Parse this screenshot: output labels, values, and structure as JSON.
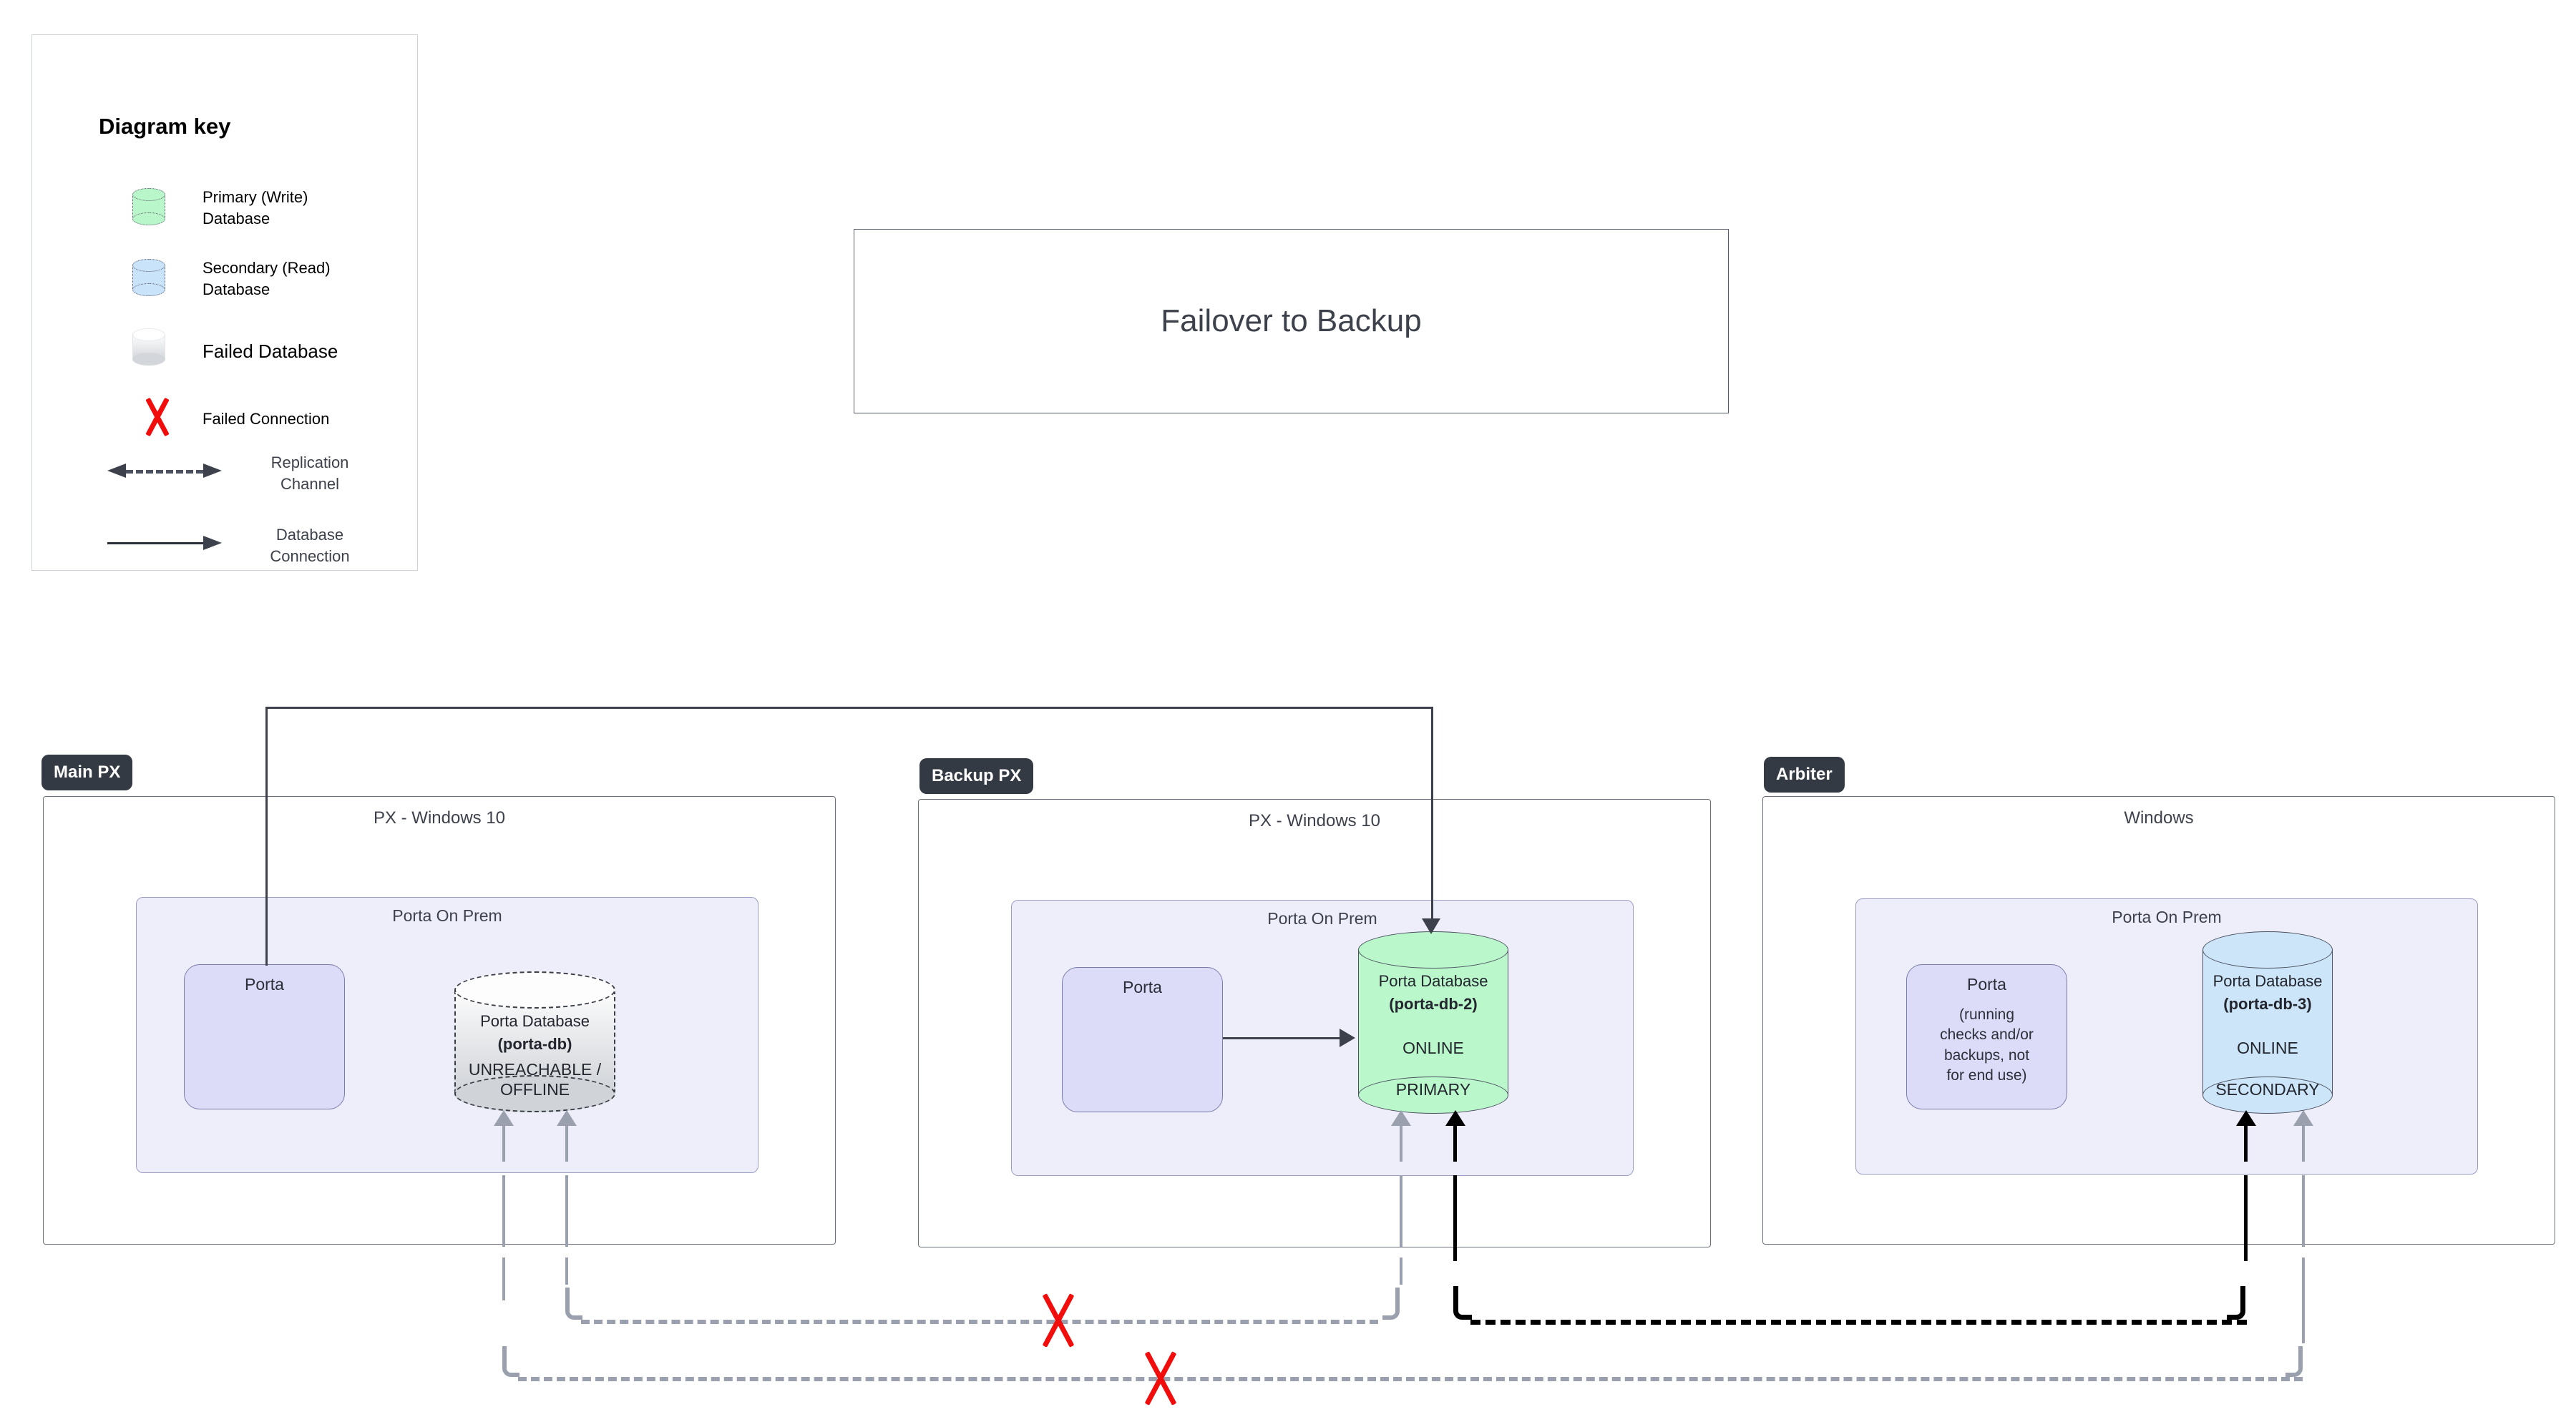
{
  "legend": {
    "title": "Diagram key",
    "items": [
      {
        "icon": "cylinder-green-icon",
        "label": "Primary (Write)\nDatabase"
      },
      {
        "icon": "cylinder-blue-icon",
        "label": "Secondary (Read)\nDatabase"
      },
      {
        "icon": "cylinder-failed-icon",
        "label": "Failed Database"
      },
      {
        "icon": "red-x-icon",
        "label": "Failed Connection"
      },
      {
        "icon": "dashed-double-arrow-icon",
        "label": "Replication\nChannel"
      },
      {
        "icon": "solid-arrow-icon",
        "label": "Database\nConnection"
      }
    ]
  },
  "title": {
    "text": "Failover to Backup"
  },
  "zones": [
    {
      "tag": "Main PX",
      "host_label": "PX - Windows 10",
      "onprem_label": "Porta On Prem",
      "app": {
        "title": "Porta",
        "note": ""
      },
      "db": {
        "kind": "failed",
        "line1": "Porta Database",
        "line2": "(porta-db)",
        "state1": "UNREACHABLE /",
        "state2": "OFFLINE"
      }
    },
    {
      "tag": "Backup PX",
      "host_label": "PX - Windows 10",
      "onprem_label": "Porta On Prem",
      "app": {
        "title": "Porta",
        "note": ""
      },
      "db": {
        "kind": "primary",
        "line1": "Porta Database",
        "line2": "(porta-db-2)",
        "state1": "ONLINE",
        "state2": "PRIMARY"
      }
    },
    {
      "tag": "Arbiter",
      "host_label": "Windows",
      "onprem_label": "Porta On Prem",
      "app": {
        "title": "Porta",
        "note": "(running\nchecks and/or\nbackups, not\nfor end use)"
      },
      "db": {
        "kind": "secondary",
        "line1": "Porta Database",
        "line2": "(porta-db-3)",
        "state1": "ONLINE",
        "state2": "SECONDARY"
      }
    }
  ],
  "colors": {
    "primary_db": "#baf7cb",
    "secondary_db": "#cce5f9",
    "failed_db": "#d0d3d8",
    "app_box": "#dcdcf8",
    "onprem_bg": "#eeeefb",
    "zone_tag_bg": "#343a44",
    "failed_connection": "#f20d0d",
    "inactive_link": "#9aa0ad",
    "active_link": "#000000"
  },
  "failed_connections": [
    {
      "name": "main-to-backup-replication-failed"
    },
    {
      "name": "main-to-arbiter-replication-failed"
    }
  ]
}
